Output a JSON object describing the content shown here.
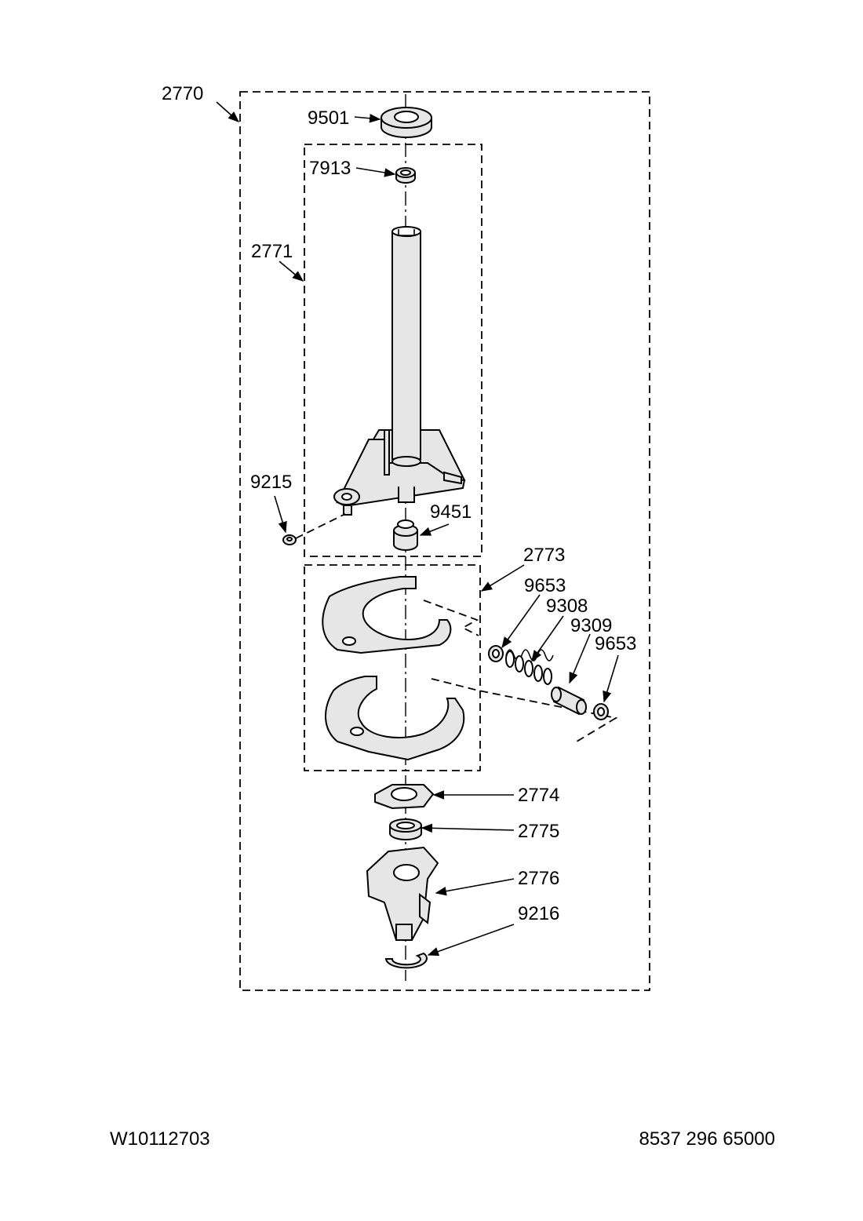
{
  "labels": {
    "p2770": "2770",
    "p9501": "9501",
    "p7913": "7913",
    "p2771": "2771",
    "p9215": "9215",
    "p9451": "9451",
    "p2773": "2773",
    "p9653a": "9653",
    "p9308": "9308",
    "p9309": "9309",
    "p9653b": "9653",
    "p2774": "2774",
    "p2775": "2775",
    "p2776": "2776",
    "p9216": "9216"
  },
  "footer": {
    "left": "W10112703",
    "right": "8537 296 65000"
  }
}
